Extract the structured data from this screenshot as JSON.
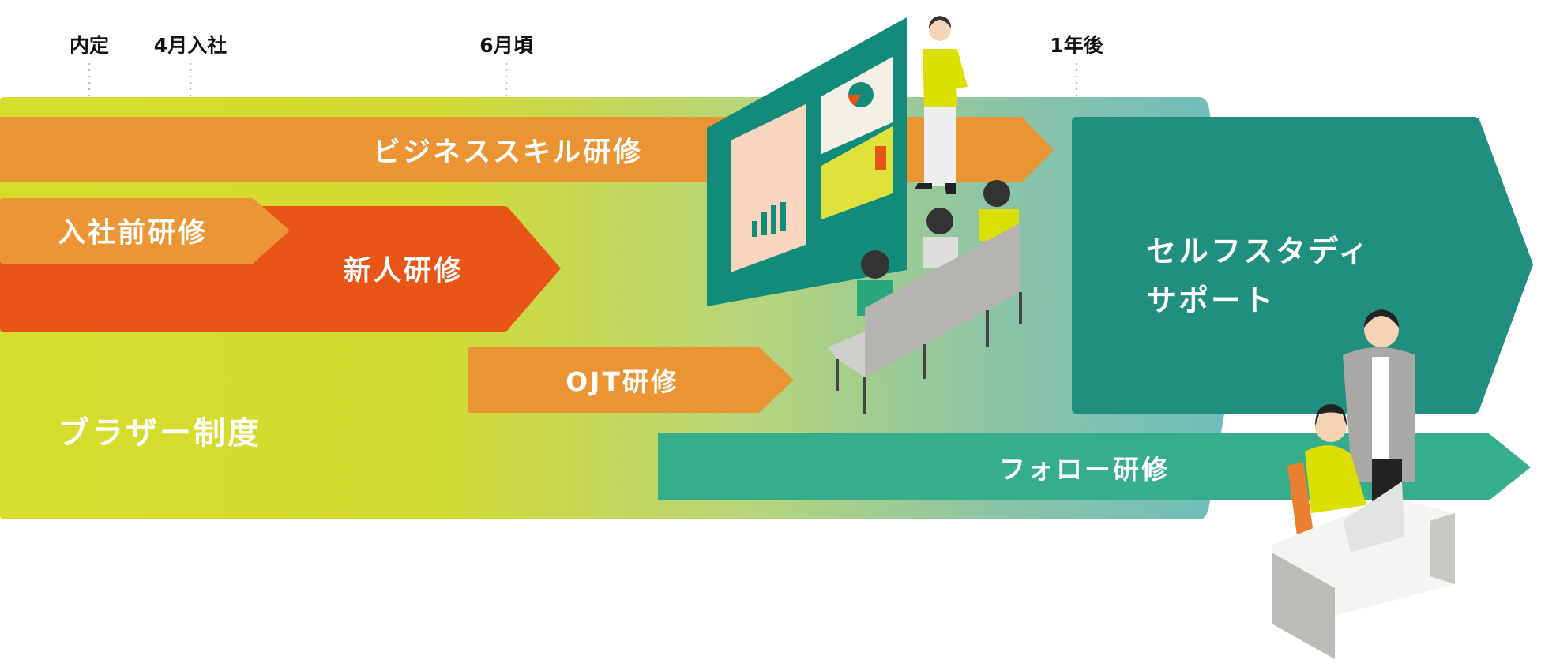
{
  "milestones": [
    "内定",
    "4月入社",
    "6月頃",
    "1年後"
  ],
  "programs": {
    "business_skill": "ビジネススキル研修",
    "pre_entry": "入社前研修",
    "new_hire": "新人研修",
    "ojt": "OJT研修",
    "brother": "ブラザー制度",
    "self_study_line1": "セルフスタディ",
    "self_study_line2": "サポート",
    "follow_up": "フォロー研修"
  },
  "colors": {
    "orange": "#ea9434",
    "red_orange": "#e85517",
    "teal_dark": "#218f7f",
    "teal": "#37ae8b",
    "yellow": "#d6dc2b"
  }
}
